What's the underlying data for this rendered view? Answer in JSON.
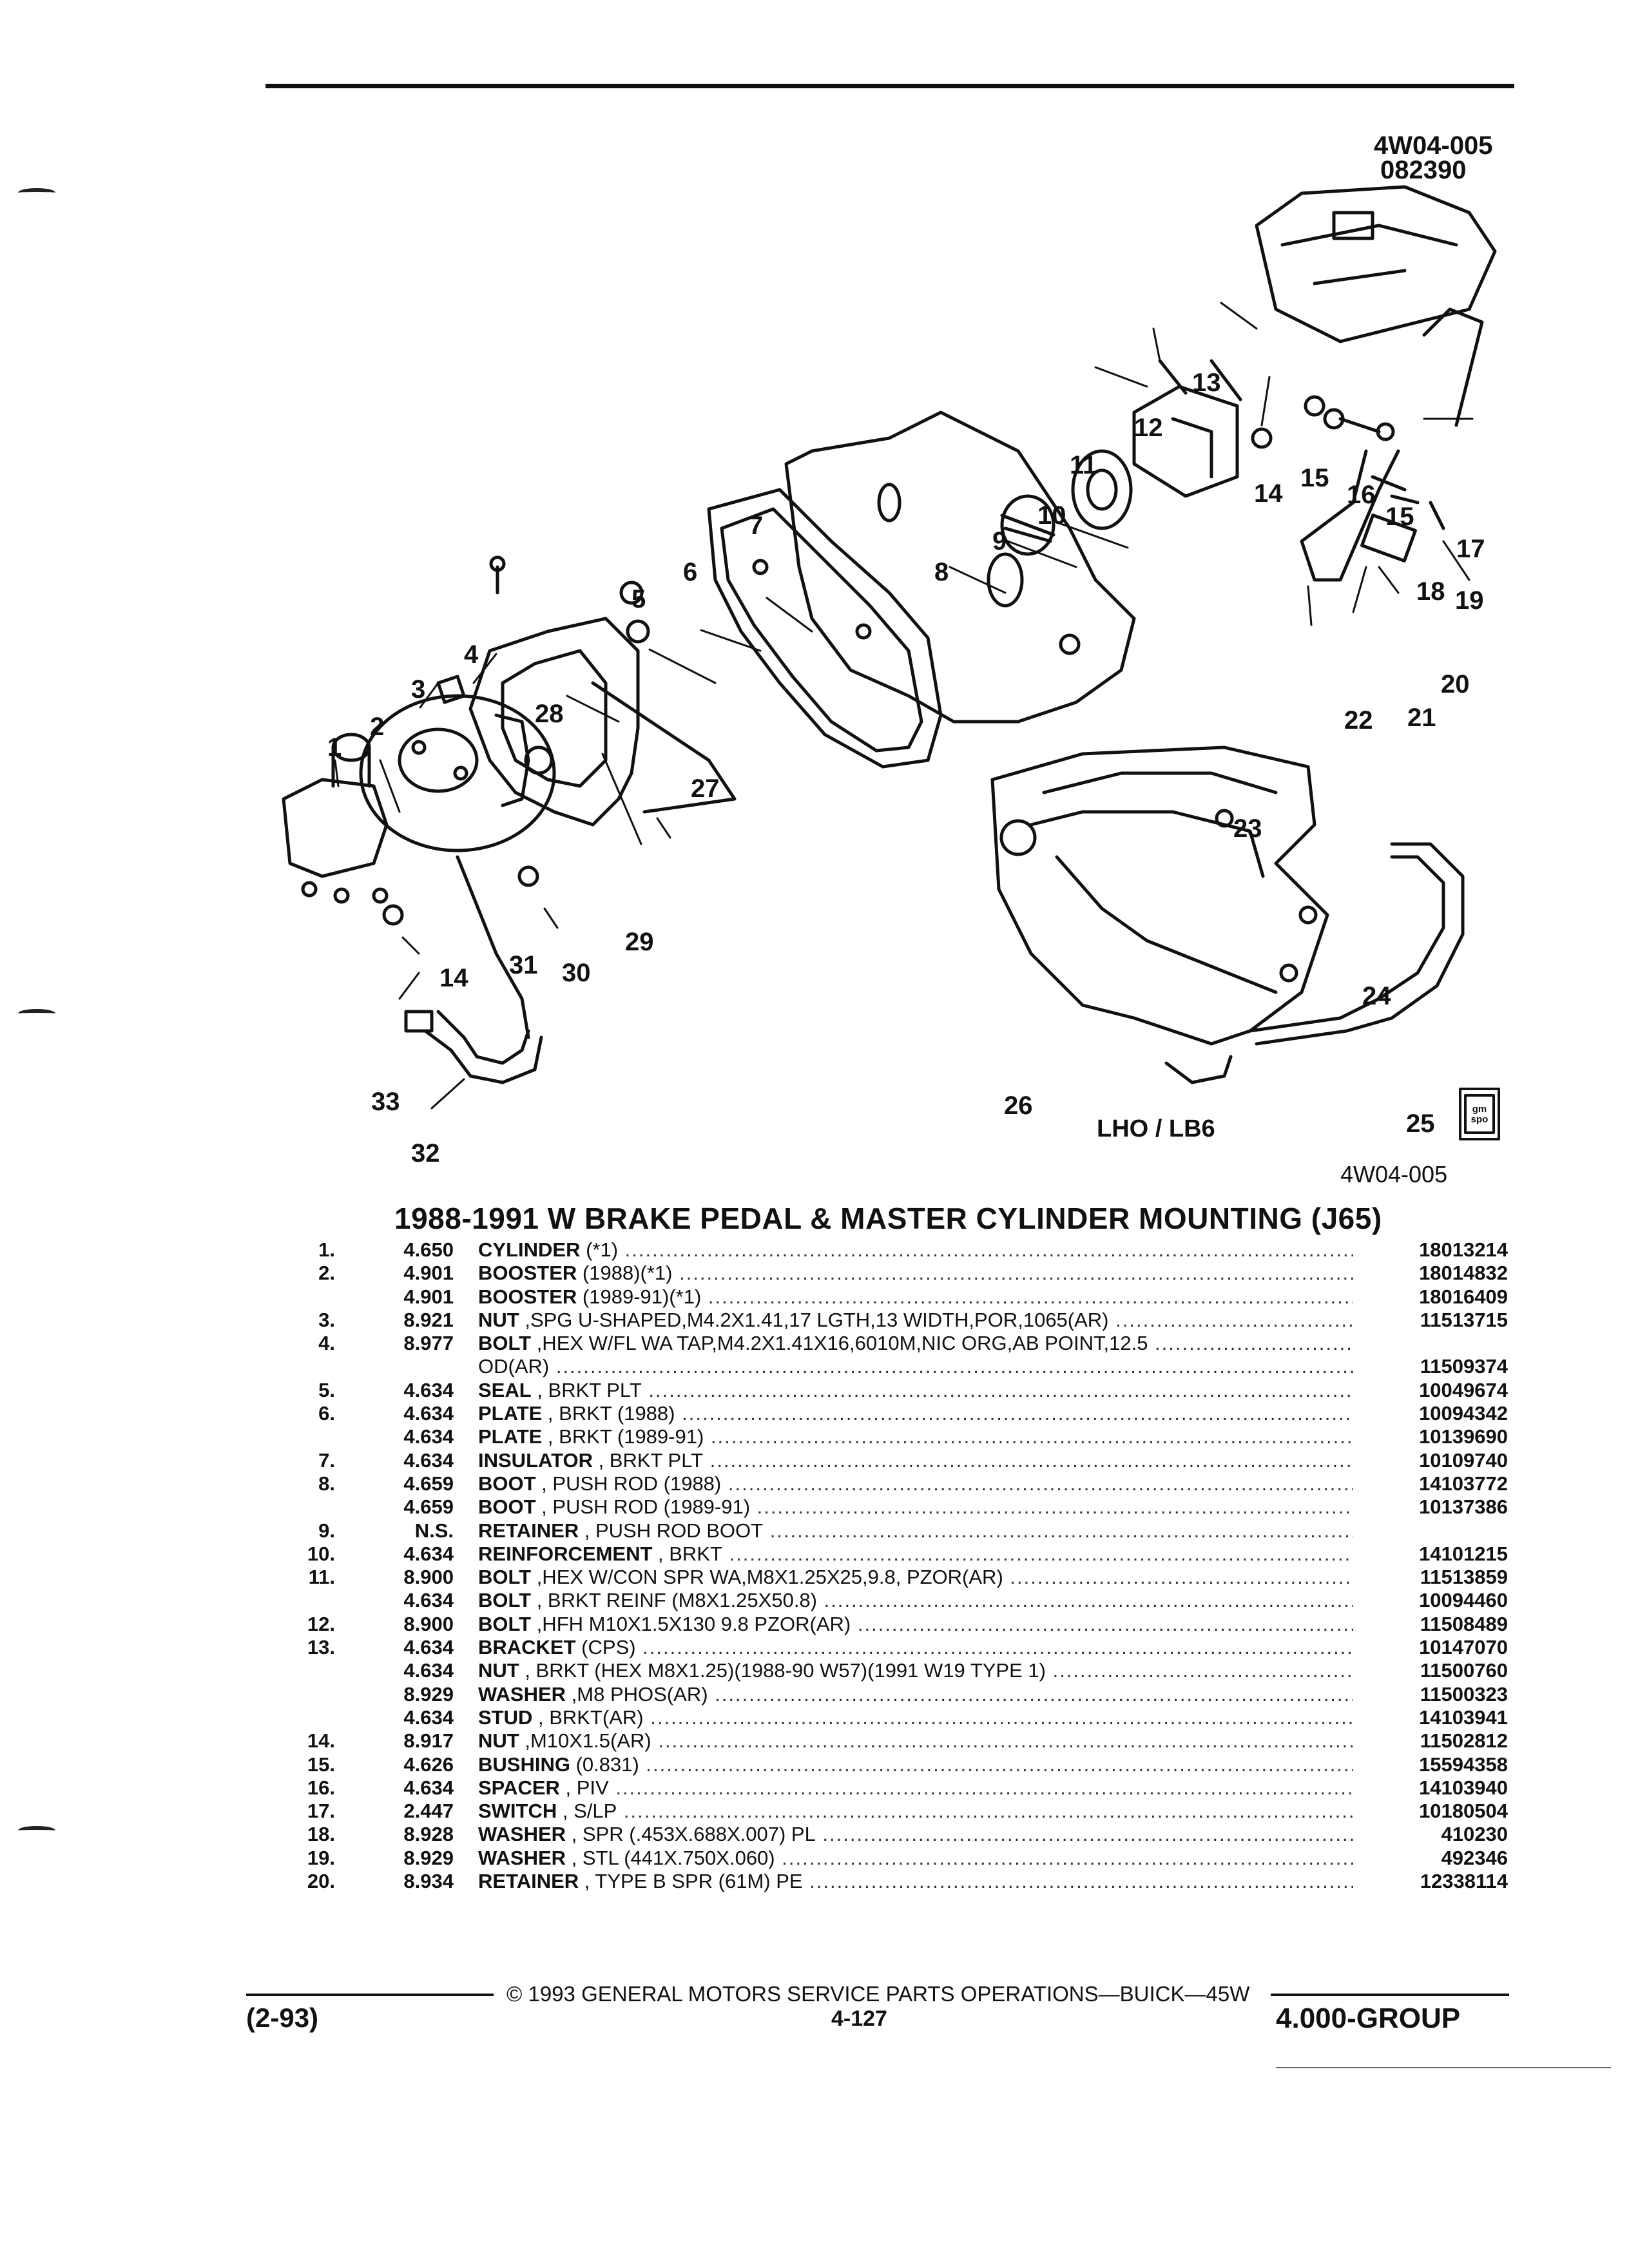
{
  "header": {
    "ref_code": "4W04-005",
    "date_code": "082390"
  },
  "diagram": {
    "callouts": [
      "1",
      "2",
      "3",
      "4",
      "5",
      "6",
      "7",
      "8",
      "9",
      "10",
      "11",
      "12",
      "13",
      "14",
      "15",
      "16",
      "15",
      "17",
      "18",
      "19",
      "20",
      "21",
      "22",
      "23",
      "24",
      "25",
      "26",
      "27",
      "28",
      "29",
      "30",
      "31",
      "14",
      "33",
      "32"
    ],
    "inset_label": "LHO / LB6",
    "logo_text": "gm spo",
    "figure_ref": "4W04-005"
  },
  "parts": {
    "title": "1988-1991 W BRAKE PEDAL & MASTER CYLINDER MOUNTING (J65)",
    "rows": [
      {
        "num": "1.",
        "code": "4.650",
        "name": "CYLINDER",
        "rest": " (*1)",
        "pn": "18013214"
      },
      {
        "num": "2.",
        "code": "4.901",
        "name": "BOOSTER",
        "rest": " (1988)(*1)",
        "pn": "18014832"
      },
      {
        "num": "",
        "code": "4.901",
        "name": "BOOSTER",
        "rest": " (1989-91)(*1)",
        "pn": "18016409"
      },
      {
        "num": "3.",
        "code": "8.921",
        "name": "NUT",
        "rest": " ,SPG U-SHAPED,M4.2X1.41,17 LGTH,13 WIDTH,POR,1065(AR)",
        "pn": "11513715"
      },
      {
        "num": "4.",
        "code": "8.977",
        "name": "BOLT",
        "rest": " ,HEX W/FL WA TAP,M4.2X1.41X16,6010M,NIC ORG,AB POINT,12.5",
        "pn": ""
      },
      {
        "num": "",
        "code": "",
        "name": "",
        "rest": "OD(AR)",
        "pn": "11509374"
      },
      {
        "num": "5.",
        "code": "4.634",
        "name": "SEAL",
        "rest": " , BRKT PLT",
        "pn": "10049674"
      },
      {
        "num": "6.",
        "code": "4.634",
        "name": "PLATE",
        "rest": " , BRKT (1988)",
        "pn": "10094342"
      },
      {
        "num": "",
        "code": "4.634",
        "name": "PLATE",
        "rest": " , BRKT (1989-91)",
        "pn": "10139690"
      },
      {
        "num": "7.",
        "code": "4.634",
        "name": "INSULATOR",
        "rest": " , BRKT PLT",
        "pn": "10109740"
      },
      {
        "num": "8.",
        "code": "4.659",
        "name": "BOOT",
        "rest": " , PUSH ROD (1988)",
        "pn": "14103772"
      },
      {
        "num": "",
        "code": "4.659",
        "name": "BOOT",
        "rest": " , PUSH ROD (1989-91)",
        "pn": "10137386"
      },
      {
        "num": "9.",
        "code": "N.S.",
        "name": "RETAINER",
        "rest": " , PUSH ROD BOOT",
        "pn": ""
      },
      {
        "num": "10.",
        "code": "4.634",
        "name": "REINFORCEMENT",
        "rest": " , BRKT",
        "pn": "14101215"
      },
      {
        "num": "11.",
        "code": "8.900",
        "name": "BOLT",
        "rest": " ,HEX W/CON SPR WA,M8X1.25X25,9.8, PZOR(AR)",
        "pn": "11513859"
      },
      {
        "num": "",
        "code": "4.634",
        "name": "BOLT",
        "rest": " , BRKT REINF (M8X1.25X50.8)",
        "pn": "10094460"
      },
      {
        "num": "12.",
        "code": "8.900",
        "name": "BOLT",
        "rest": " ,HFH M10X1.5X130 9.8 PZOR(AR)",
        "pn": "11508489"
      },
      {
        "num": "13.",
        "code": "4.634",
        "name": "BRACKET",
        "rest": " (CPS)",
        "pn": "10147070"
      },
      {
        "num": "",
        "code": "4.634",
        "name": "NUT",
        "rest": " , BRKT (HEX M8X1.25)(1988-90 W57)(1991 W19 TYPE 1)",
        "pn": "11500760"
      },
      {
        "num": "",
        "code": "8.929",
        "name": "WASHER",
        "rest": " ,M8 PHOS(AR)",
        "pn": "11500323"
      },
      {
        "num": "",
        "code": "4.634",
        "name": "STUD",
        "rest": " , BRKT(AR)",
        "pn": "14103941"
      },
      {
        "num": "14.",
        "code": "8.917",
        "name": "NUT",
        "rest": " ,M10X1.5(AR)",
        "pn": "11502812"
      },
      {
        "num": "15.",
        "code": "4.626",
        "name": "BUSHING",
        "rest": " (0.831)",
        "pn": "15594358"
      },
      {
        "num": "16.",
        "code": "4.634",
        "name": "SPACER",
        "rest": " , PIV",
        "pn": "14103940"
      },
      {
        "num": "17.",
        "code": "2.447",
        "name": "SWITCH",
        "rest": " , S/LP",
        "pn": "10180504"
      },
      {
        "num": "18.",
        "code": "8.928",
        "name": "WASHER",
        "rest": " , SPR (.453X.688X.007) PL",
        "pn": "410230"
      },
      {
        "num": "19.",
        "code": "8.929",
        "name": "WASHER",
        "rest": " , STL (441X.750X.060)",
        "pn": "492346"
      },
      {
        "num": "20.",
        "code": "8.934",
        "name": "RETAINER",
        "rest": " , TYPE B SPR (61M) PE",
        "pn": "12338114"
      }
    ]
  },
  "footer": {
    "left": "(2-93)",
    "copyright": "© 1993 GENERAL MOTORS SERVICE PARTS OPERATIONS—BUICK—45W",
    "page": "4-127",
    "group": "4.000-GROUP"
  }
}
